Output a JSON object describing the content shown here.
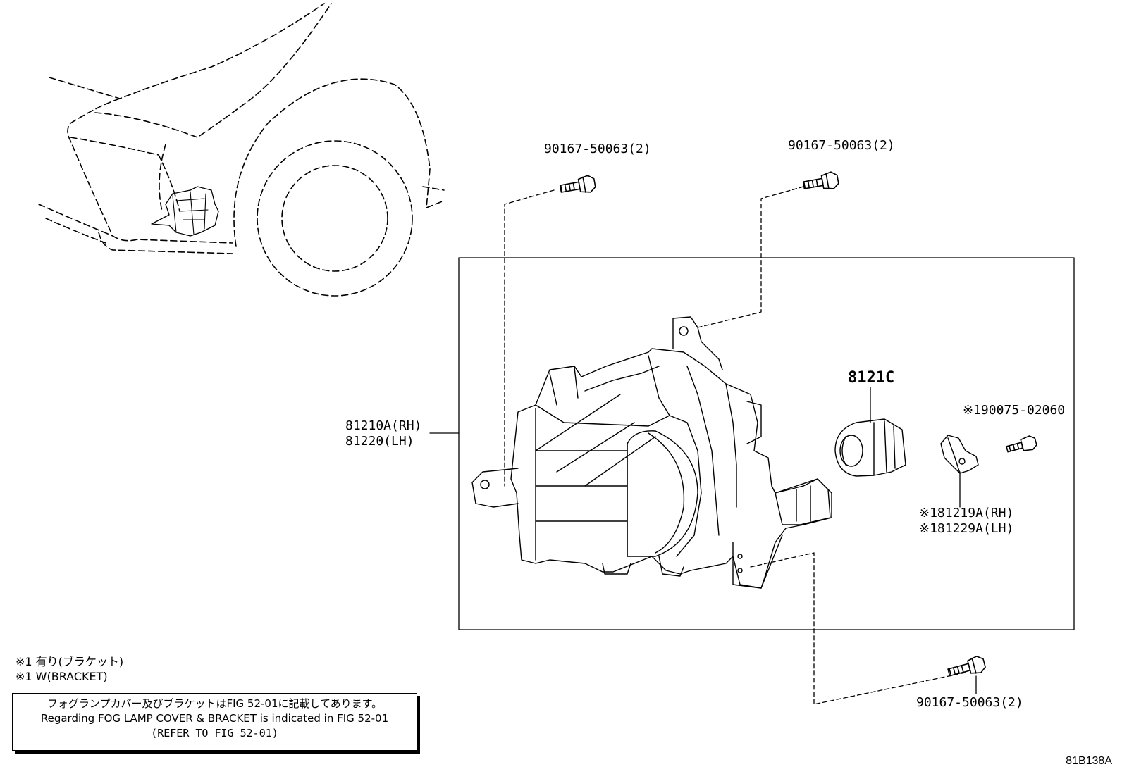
{
  "labels": {
    "bolt_top_left": "90167-50063(2)",
    "bolt_top_right": "90167-50063(2)",
    "bolt_bottom": "90167-50063(2)",
    "fog_lamp_rh": "81210A(RH)",
    "fog_lamp_lh": "81220(LH)",
    "bulb": "8121C",
    "screw": "※190075-02060",
    "bracket_rh": "※181219A(RH)",
    "bracket_lh": "※181229A(LH)"
  },
  "notes": {
    "jp_with_bracket": "※1 有り(ブラケット)",
    "en_with_bracket": "※1 W(BRACKET)"
  },
  "notice": {
    "line_jp": "フォグランプカバー及びブラケットはFIG 52-01に記載してあります。",
    "line_en": "Regarding FOG LAMP COVER & BRACKET is indicated in FIG 52-01",
    "line_ref": "(REFER TO FIG 52-01)"
  },
  "figure_code": "81B138A"
}
